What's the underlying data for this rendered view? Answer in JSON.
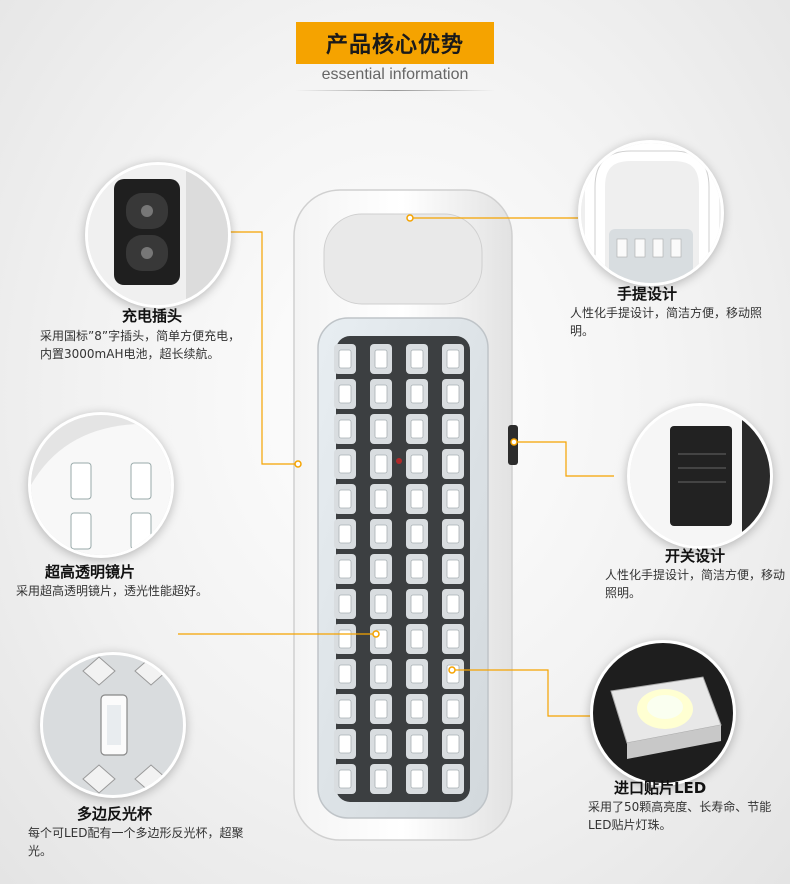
{
  "header": {
    "title": "产品核心优势",
    "subtitle": "essential information",
    "accent_color": "#f5a300"
  },
  "features": [
    {
      "id": "charging-plug",
      "title": "充电插头",
      "desc": "采用国标”8”字插头，简单方便充电，内置3000mAH电池，超长续航。"
    },
    {
      "id": "handle-design",
      "title": "手提设计",
      "desc": "人性化手提设计，简洁方便，移动照明。"
    },
    {
      "id": "transparent-lens",
      "title": "超高透明镜片",
      "desc": "采用超高透明镜片，透光性能超好。"
    },
    {
      "id": "switch-design",
      "title": "开关设计",
      "desc": "人性化手提设计，简洁方便，移动照明。"
    },
    {
      "id": "reflector-cup",
      "title": "多边反光杯",
      "desc": "每个可LED配有一个多边形反光杯，超聚光。"
    },
    {
      "id": "imported-smd-led",
      "title": "进口贴片LED",
      "desc": "采用了50颗高亮度、长寿命、节能LED贴片灯珠。"
    }
  ],
  "icons": {
    "plug": "figure-8-socket-icon",
    "handle": "lamp-handle-icon",
    "lens": "lens-closeup-icon",
    "switch": "slide-switch-icon",
    "reflector": "reflector-cup-icon",
    "led": "smd-led-chip-icon"
  }
}
